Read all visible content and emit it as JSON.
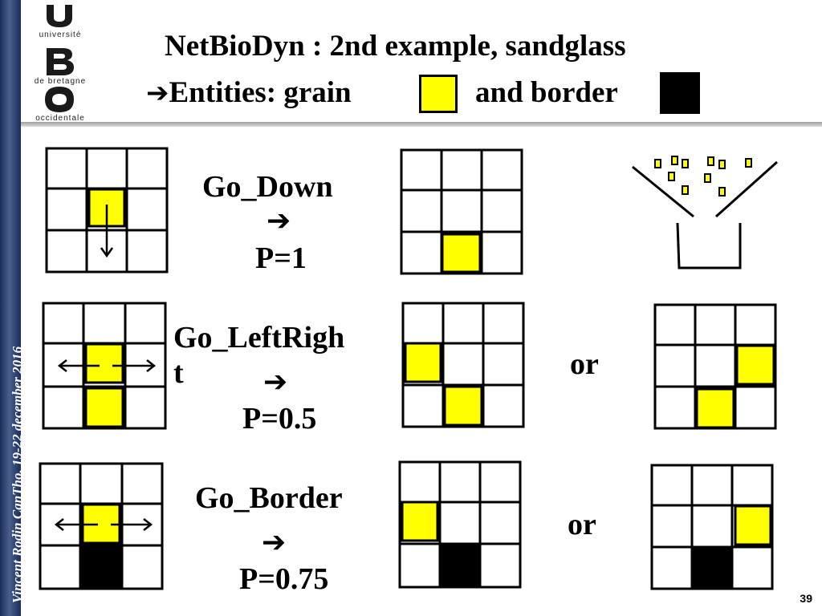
{
  "sidebar": {
    "text": "Vincent Rodin  CanTho, 19-22 december 2016"
  },
  "logo": {
    "line1": "université",
    "line2": "de bretagne",
    "line3": "occidentale"
  },
  "slide": {
    "title": "NetBioDyn : 2nd example, sandglass",
    "subtitle_arrow": "➔",
    "subtitle_part1": "Entities: grain",
    "subtitle_part2": "and border",
    "page_number": "39"
  },
  "colors": {
    "grain": "#ffff00",
    "border": "#000000",
    "sidebar": "#2a3c6b"
  },
  "rules": [
    {
      "name": "Go_Down",
      "arrow": "➔",
      "probability": "P=1"
    },
    {
      "name_line1": "Go_LeftRigh",
      "name_line2": "t",
      "arrow": "➔",
      "probability": "P=0.5",
      "or": "or"
    },
    {
      "name": "Go_Border",
      "arrow": "➔",
      "probability": "P=0.75",
      "or": "or"
    }
  ]
}
